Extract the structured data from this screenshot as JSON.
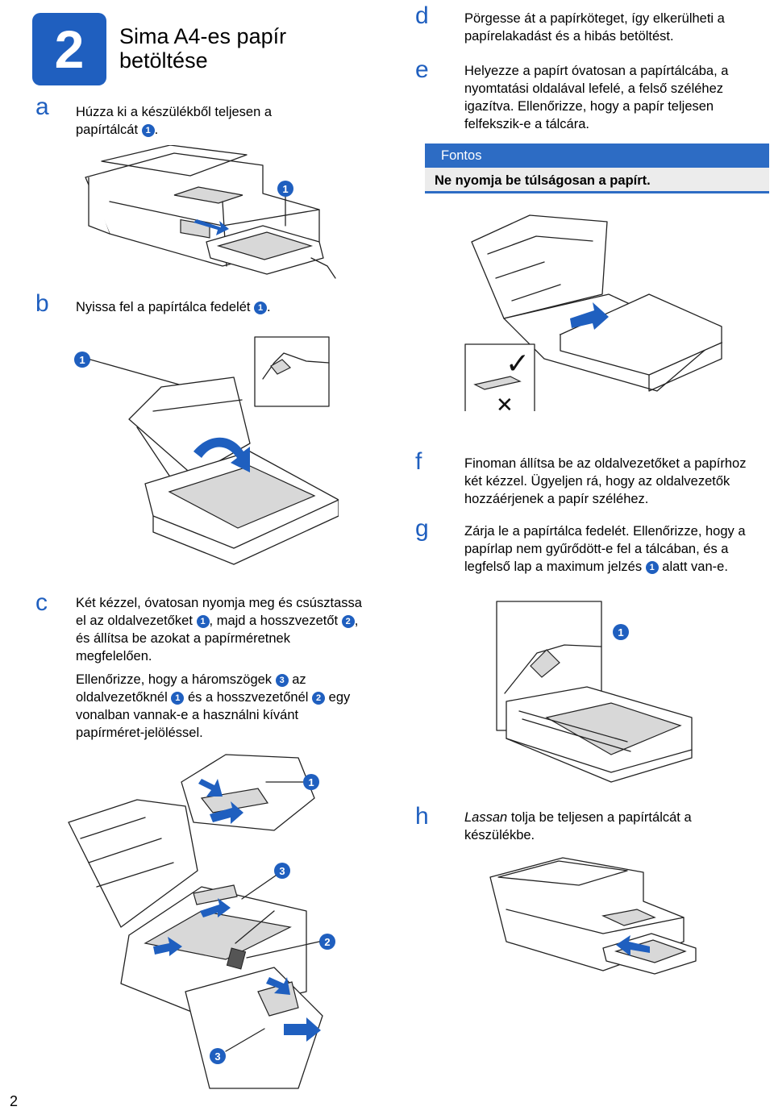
{
  "header": {
    "step_number": "2",
    "title_line1": "Sima A4-es papír",
    "title_line2": "betöltése"
  },
  "steps": {
    "a": {
      "letter": "a",
      "text": "Húzza ki a készülékből teljesen a papírtálcát",
      "ref": "1",
      "suffix": "."
    },
    "b": {
      "letter": "b",
      "text": "Nyissa fel a papírtálca fedelét",
      "ref": "1",
      "suffix": "."
    },
    "c": {
      "letter": "c",
      "p1_part1": "Két kézzel, óvatosan nyomja meg és csúsztassa el az oldalvezetőket",
      "p1_ref1": "1",
      "p1_part2": ", majd a hosszvezetőt",
      "p1_ref2": "2",
      "p1_part3": ", és állítsa be azokat a papírméretnek megfelelően.",
      "p2_part1": "Ellenőrizze, hogy a háromszögek",
      "p2_ref3": "3",
      "p2_part2": "az oldalvezetőknél",
      "p2_ref1": "1",
      "p2_part3": "és a hosszvezetőnél",
      "p2_ref2": "2",
      "p2_part4": "egy vonalban vannak-e a használni kívánt papírméret-jelöléssel."
    },
    "d": {
      "letter": "d",
      "text": "Pörgesse át a papírköteget, így elkerülheti a papírelakadást és a hibás betöltést."
    },
    "e": {
      "letter": "e",
      "text": "Helyezze a papírt óvatosan a papírtálcába, a nyomtatási oldalával lefelé, a felső széléhez igazítva. Ellenőrizze, hogy a papír teljesen felfekszik-e a tálcára."
    },
    "f": {
      "letter": "f",
      "text": "Finoman állítsa be az oldalvezetőket a papírhoz két kézzel. Ügyeljen rá, hogy az oldalvezetők hozzáérjenek a papír széléhez."
    },
    "g": {
      "letter": "g",
      "text_part1": "Zárja le a papírtálca fedelét. Ellenőrizze, hogy a papírlap nem gyűrődött-e fel a tálcában, és a legfelső lap a maximum jelzés",
      "ref": "1",
      "text_part2": "alatt van-e."
    },
    "h": {
      "letter": "h",
      "italic": "Lassan",
      "text": "tolja be teljesen a papírtálcát a készülékbe."
    }
  },
  "important": {
    "heading": "Fontos",
    "text": "Ne nyomja be túlságosan a papírt."
  },
  "figure_labels": {
    "check_mark": "✓",
    "cross_mark": "✕",
    "ref1": "1",
    "ref2": "2",
    "ref3": "3"
  },
  "footer": {
    "page_number": "2"
  },
  "colors": {
    "accent": "#1f5fbf",
    "important_bg": "#ececec"
  }
}
